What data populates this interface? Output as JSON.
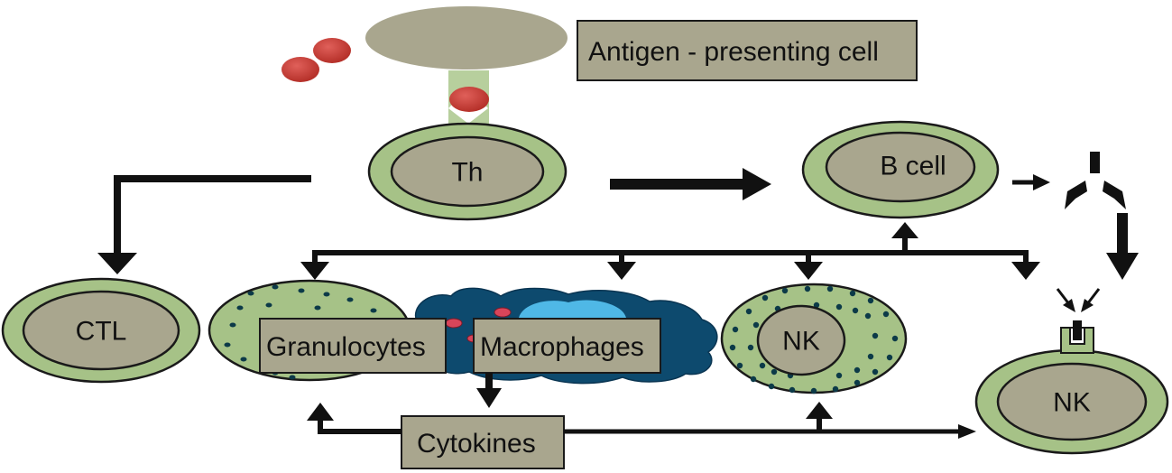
{
  "labels": {
    "apc": "Antigen - presenting cell",
    "th": "Th",
    "b_cell": "B cell",
    "ctl": "CTL",
    "granulocytes": "Granulocytes",
    "macrophages": "Macrophages",
    "nk_middle": "NK",
    "nk_right": "NK",
    "cytokines": "Cytokines"
  },
  "colors": {
    "cell_membrane": "#a6c287",
    "cell_nucleus": "#a9a68e",
    "label_box": "#a9a68e",
    "antigen": "#c8403a",
    "macrophage_body": "#0d4a6e",
    "macrophage_nucleus": "#4fb8e6",
    "granule": "#0c3a48",
    "arrows": "#111111"
  }
}
